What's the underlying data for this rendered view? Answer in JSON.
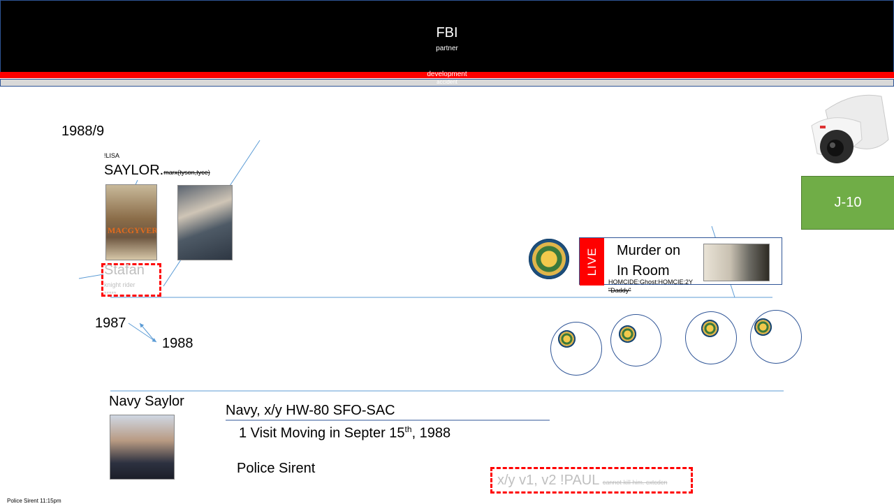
{
  "header": {
    "title": "FBI",
    "subtitle": "partner",
    "red_bar_label": "development",
    "grey_bar_label": "accident"
  },
  "timeline_top": {
    "date": "1988/9",
    "tag": "!LISA",
    "name": "SAYLOR.",
    "name_note": "marx(tyson,tyce)",
    "photo_logo_text": "MACGYVER",
    "ghost_name": "Stafan",
    "ghost_note": "knight rider",
    "ghost_note2": "*****"
  },
  "timeline_mid": {
    "year_a": "1987",
    "year_b": "1988"
  },
  "camera": {
    "icon": "security-camera-icon"
  },
  "j10": {
    "label": "J-10"
  },
  "live": {
    "tag": "LIVE",
    "line1": "Murder on",
    "line2": "In Room",
    "caption": "HOMCIDE:Ghost:HOMCIE:2Y",
    "caption_struck": "\"Daddy\""
  },
  "bottom": {
    "navy_name": "Navy Saylor",
    "route": "Navy, x/y HW-80 SFO-SAC",
    "visit_prefix": "1 Visit Moving in Septer 15",
    "visit_sup": "th",
    "visit_suffix": ", 1988",
    "police": "Police Sirent",
    "paul_main": "x/y v1, v2 !PAUL",
    "paul_note": "cannot kill him. cxtcdcn",
    "footer_note": "Police Sirent 11:15pm"
  },
  "colors": {
    "header_bg": "#000000",
    "red_bar": "#ff0000",
    "accent_line": "#2f5597",
    "j10_bg": "#70ad47",
    "dashed_red": "#ff0000"
  }
}
